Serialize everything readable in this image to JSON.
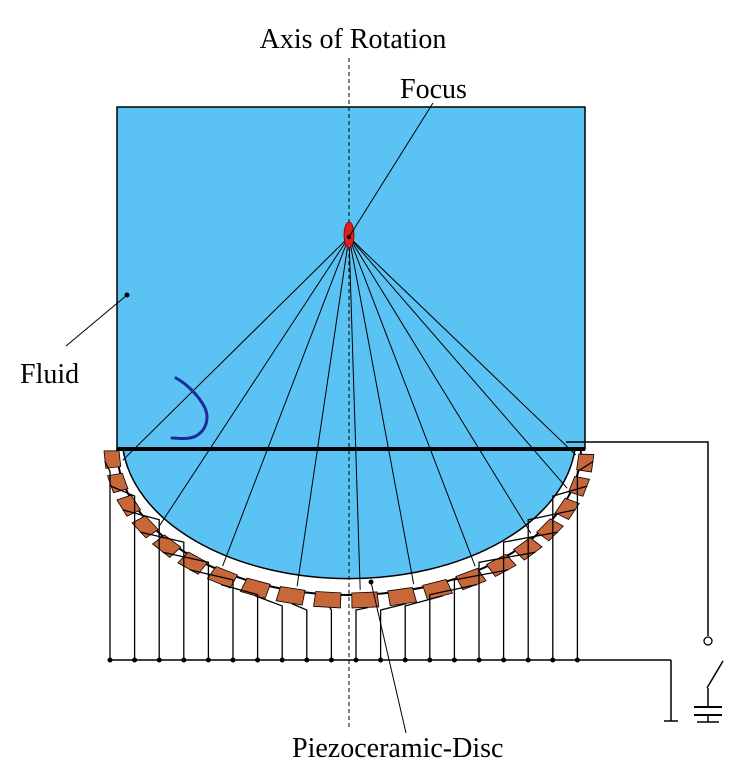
{
  "labels": {
    "axis": "Axis of Rotation",
    "focus": "Focus",
    "fluid": "Fluid",
    "disc": "Piezoceramic-Disc"
  },
  "colors": {
    "fluid": "#5bc3f3",
    "segment": "#c8683a",
    "focus_spot": "#e0201c",
    "signature": "#1c2b9a",
    "stroke": "#000000"
  },
  "icons": [
    "switch-icon",
    "capacitor-icon",
    "ground-icon"
  ]
}
